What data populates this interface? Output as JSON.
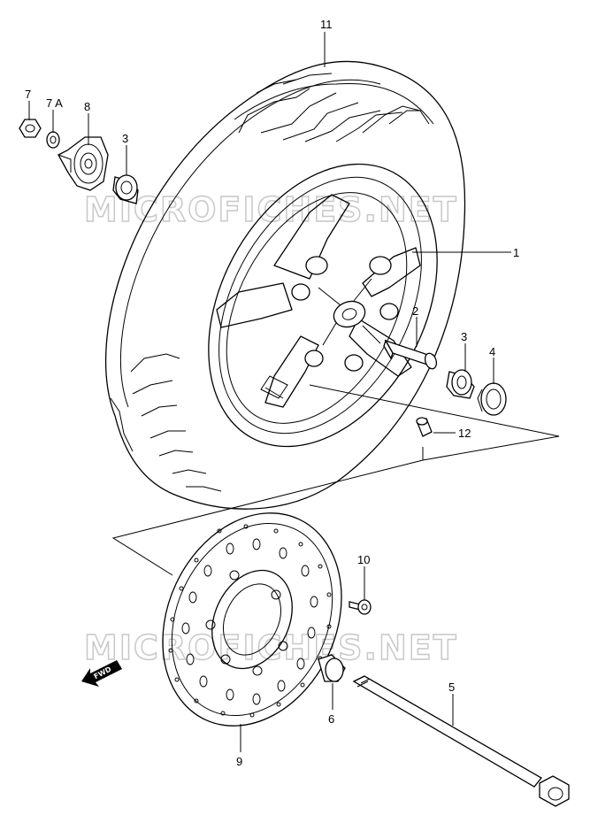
{
  "watermark": "MICROFICHES.NET",
  "direction_label": "FWD",
  "callouts": {
    "p1": "1",
    "p2": "2",
    "p3a": "3",
    "p3b": "3",
    "p4": "4",
    "p5": "5",
    "p6": "6",
    "p7": "7",
    "p7a": "7 A",
    "p8": "8",
    "p9": "9",
    "p10": "10",
    "p11": "11",
    "p12": "12"
  }
}
